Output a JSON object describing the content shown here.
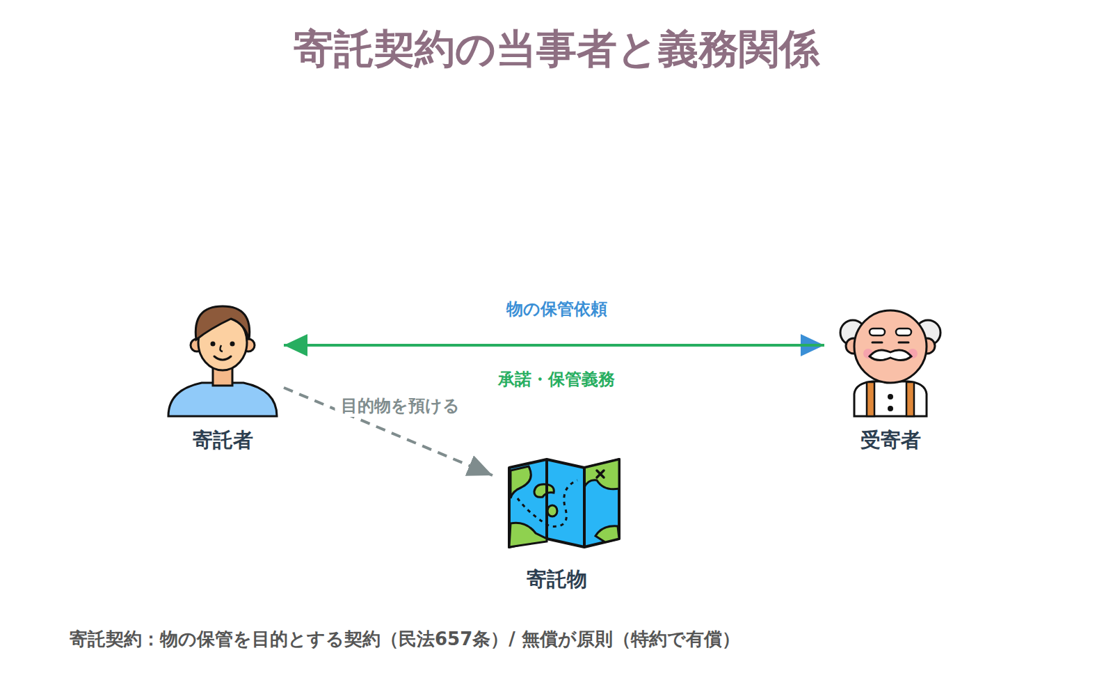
{
  "diagram": {
    "title": "寄託契約の当事者と義務関係",
    "caption": "寄託契約：物の保管を目的とする契約（民法657条）/ 無償が原則（特約で有償）",
    "nodes": [
      {
        "text": [
          "寄託者"
        ]
      },
      {
        "text": [
          "受寄者"
        ]
      },
      {
        "text": [
          "寄託物"
        ]
      }
    ],
    "edges": [
      {
        "from": 0,
        "to": 1,
        "label": "物の保管依頼",
        "arrow": "to"
      },
      {
        "from": 1,
        "to": 0,
        "label": "承諾・保管義務",
        "arrow": "to"
      },
      {
        "from": 0,
        "to": 2,
        "label": "目的物を預ける",
        "arrow": "to"
      }
    ]
  }
}
